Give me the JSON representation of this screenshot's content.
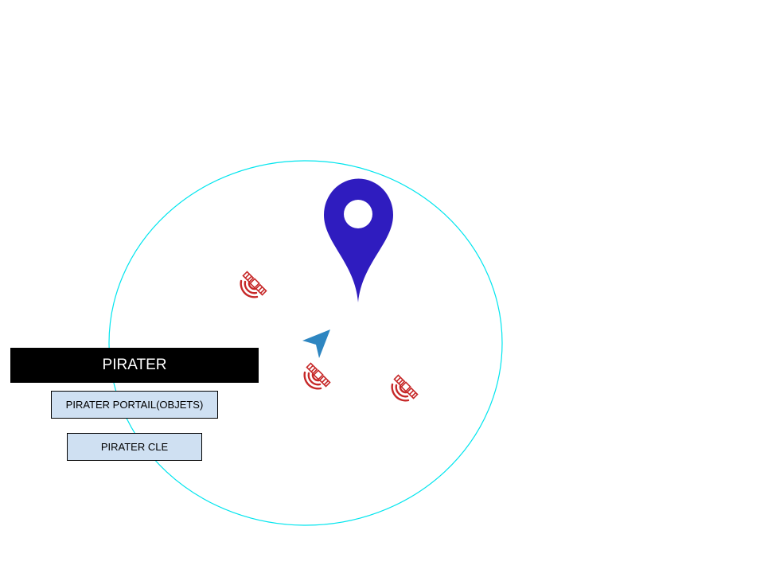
{
  "map": {
    "range_circle_color": "#00e5ee",
    "target_marker": {
      "icon": "map-pin-icon",
      "color": "#2f1cbf"
    },
    "player_marker": {
      "icon": "navigation-arrow-icon",
      "color": "#2e86c1"
    },
    "satellites": [
      {
        "icon": "satellite-icon",
        "color": "#c62828"
      },
      {
        "icon": "satellite-icon",
        "color": "#c62828"
      },
      {
        "icon": "satellite-icon",
        "color": "#c62828"
      }
    ]
  },
  "hack_panel": {
    "title": "PIRATER",
    "title_bg": "#000000",
    "button_bg": "#cfe0f2",
    "buttons": [
      {
        "label": "PIRATER PORTAIL(OBJETS)"
      },
      {
        "label": "PIRATER CLE"
      }
    ]
  }
}
